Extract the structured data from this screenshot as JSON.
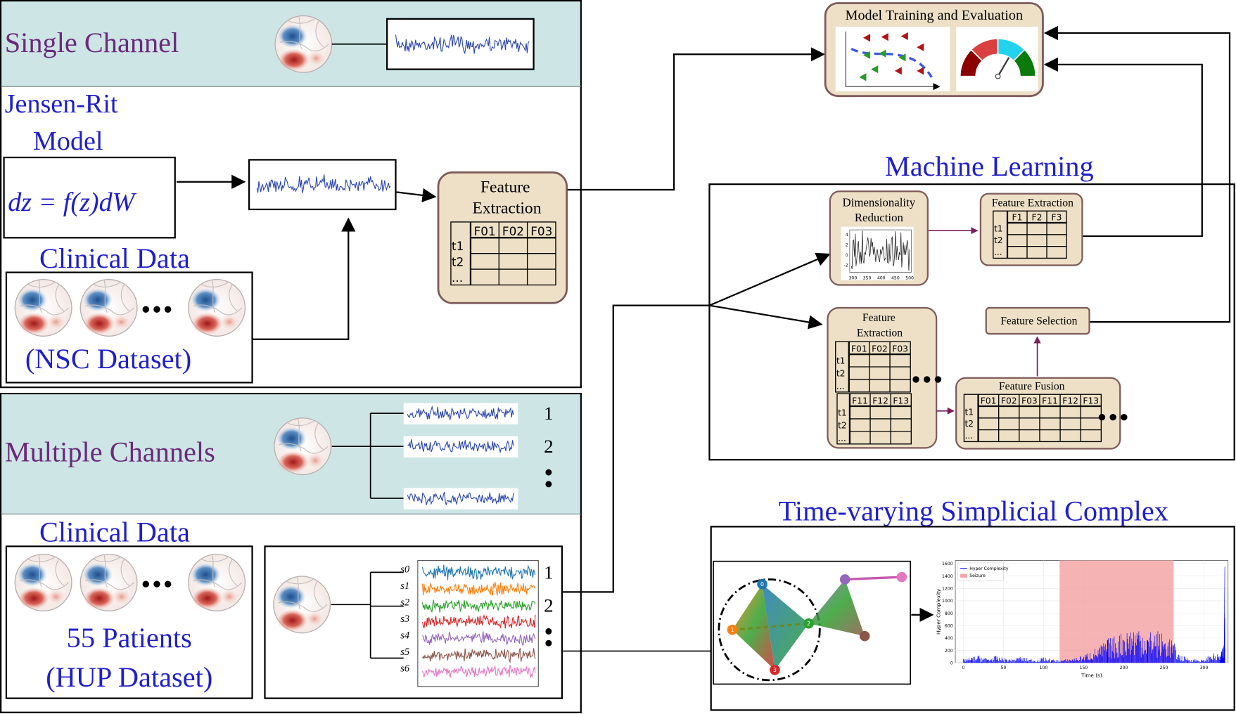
{
  "single_channel": {
    "title": "Single Channel"
  },
  "jansen_rit": {
    "line1": "Jensen-Rit",
    "line2": "Model",
    "equation": "dz = f(z)dW"
  },
  "nsc_panel": {
    "title": "Clinical Data",
    "dataset": "(NSC Dataset)"
  },
  "feature_extraction_single": {
    "line1": "Feature",
    "line2": "Extraction",
    "columns": [
      "F01",
      "F02",
      "F03"
    ],
    "rows": [
      "t1",
      "t2",
      "..."
    ]
  },
  "multiple_channels": {
    "title": "Multiple Channels",
    "channel_labels": [
      "1",
      "2"
    ]
  },
  "hup_panel": {
    "title": "Clinical Data",
    "line1": "55 Patients",
    "line2": "(HUP Dataset)"
  },
  "hup_signals": {
    "labels": [
      "s0",
      "s1",
      "s2",
      "s3",
      "s4",
      "s5",
      "s6"
    ],
    "channel_labels": [
      "1",
      "2"
    ],
    "colors": [
      "#1f77b4",
      "#ff7f0e",
      "#2ca02c",
      "#d62728",
      "#9467bd",
      "#8c564b",
      "#e377c2"
    ]
  },
  "model_training": {
    "title": "Model Training and Evaluation"
  },
  "machine_learning": {
    "title": "Machine Learning",
    "dimensionality_reduction": {
      "line1": "Dimensionality",
      "line2": "Reduction",
      "x_ticks": [
        "300",
        "350",
        "400",
        "450",
        "500"
      ],
      "y_ticks": [
        "4",
        "2",
        "0",
        "-2"
      ]
    },
    "feature_extraction_top": {
      "title": "Feature Extraction",
      "columns": [
        "F1",
        "F2",
        "F3"
      ],
      "rows": [
        "t1",
        "t2",
        "..."
      ]
    },
    "feature_selection": {
      "title": "Feature Selection"
    },
    "feature_extraction_multi": {
      "line1": "Feature",
      "line2": "Extraction",
      "table1_columns": [
        "F01",
        "F02",
        "F03"
      ],
      "table2_columns": [
        "F11",
        "F12",
        "F13"
      ],
      "rows": [
        "t1",
        "t2",
        "..."
      ]
    },
    "feature_fusion": {
      "title": "Feature Fusion",
      "columns": [
        "F01",
        "F02",
        "F03",
        "F11",
        "F12",
        "F13"
      ],
      "rows": [
        "t1",
        "t2",
        "..."
      ]
    }
  },
  "simplicial_complex": {
    "title": "Time-varying Simplicial Complex",
    "node_labels": [
      "0",
      "1",
      "2",
      "3"
    ],
    "node_colors": [
      "#1f77b4",
      "#ff7f0e",
      "#2ca02c",
      "#d62728",
      "#9467bd",
      "#8c564b",
      "#e377c2"
    ]
  },
  "chart_data": {
    "type": "line",
    "title": "",
    "xlabel": "Time (s)",
    "ylabel": "Hyper Complexity",
    "x_ticks": [
      "0",
      "50",
      "100",
      "150",
      "200",
      "250",
      "300"
    ],
    "y_ticks": [
      "0",
      "200",
      "400",
      "600",
      "800",
      "1000",
      "1200",
      "1400",
      "1600"
    ],
    "xlim": [
      -10,
      330
    ],
    "ylim": [
      0,
      1650
    ],
    "legend": [
      "Hyper Complexity",
      "Seizure"
    ],
    "legend_position": "top-left",
    "seizure_interval": [
      120,
      262
    ],
    "series": [
      {
        "name": "Hyper Complexity",
        "x": [
          0,
          10,
          20,
          30,
          40,
          50,
          60,
          70,
          80,
          90,
          100,
          110,
          120,
          130,
          140,
          150,
          160,
          170,
          180,
          190,
          200,
          210,
          220,
          230,
          240,
          250,
          260,
          270,
          280,
          290,
          300,
          310,
          320,
          325,
          326
        ],
        "values": [
          60,
          90,
          120,
          70,
          110,
          80,
          60,
          100,
          70,
          50,
          90,
          60,
          40,
          60,
          80,
          120,
          200,
          260,
          380,
          420,
          500,
          560,
          600,
          480,
          520,
          440,
          380,
          120,
          80,
          60,
          50,
          160,
          120,
          300,
          1550
        ]
      }
    ],
    "colors": {
      "line": "#0000ff",
      "seizure": "#f4a6a6"
    }
  }
}
